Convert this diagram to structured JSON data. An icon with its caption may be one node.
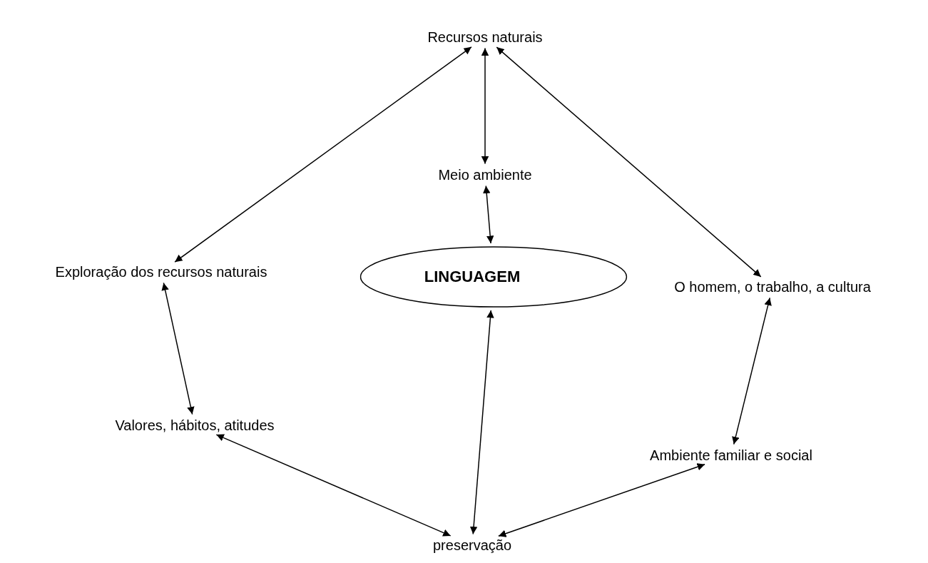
{
  "diagram": {
    "nodes": [
      {
        "text": [
          "Recursos naturais"
        ]
      },
      {
        "text": [
          "Meio ambiente"
        ]
      },
      {
        "text": [
          "LINGUAGEM"
        ]
      },
      {
        "text": [
          "Exploração dos recursos naturais"
        ]
      },
      {
        "text": [
          "O homem, o trabalho, a cultura"
        ]
      },
      {
        "text": [
          "Valores, hábitos, atitudes"
        ]
      },
      {
        "text": [
          "Ambiente familiar e social"
        ]
      },
      {
        "text": [
          "preservação"
        ]
      }
    ],
    "edges": [
      {
        "from": 0,
        "to": 1,
        "arrow": "both"
      },
      {
        "from": 1,
        "to": 2,
        "arrow": "both"
      },
      {
        "from": 0,
        "to": 3,
        "arrow": "both"
      },
      {
        "from": 0,
        "to": 4,
        "arrow": "both"
      },
      {
        "from": 3,
        "to": 5,
        "arrow": "both"
      },
      {
        "from": 4,
        "to": 6,
        "arrow": "both"
      },
      {
        "from": 2,
        "to": 7,
        "arrow": "both"
      },
      {
        "from": 5,
        "to": 7,
        "arrow": "both"
      },
      {
        "from": 6,
        "to": 7,
        "arrow": "both"
      }
    ]
  }
}
